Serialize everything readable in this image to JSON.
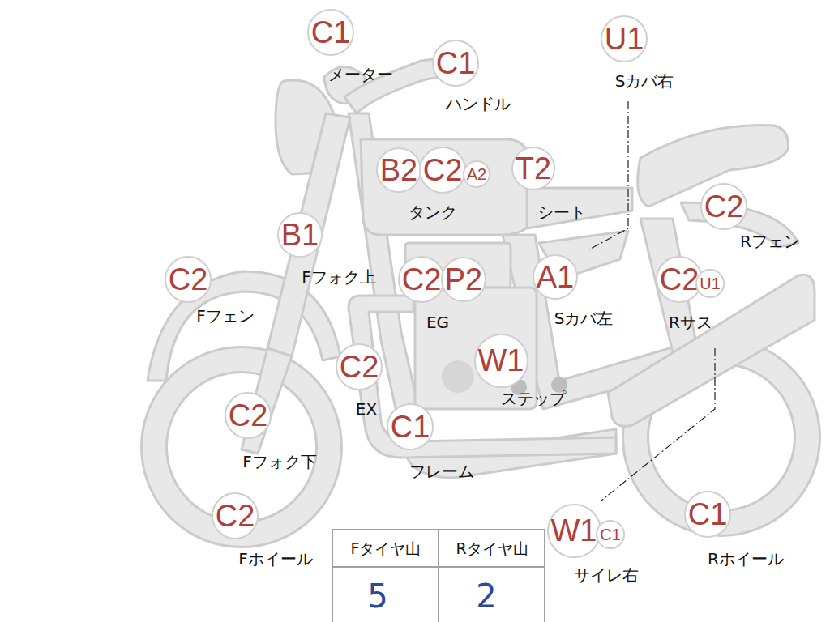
{
  "diagram": {
    "nodes": [
      {
        "text": [
          "C1"
        ]
      },
      {
        "text": [
          "C1"
        ]
      },
      {
        "text": [
          "U1"
        ]
      },
      {
        "text": [
          "B2"
        ]
      },
      {
        "text": [
          "C2"
        ]
      },
      {
        "text": [
          "A2"
        ]
      },
      {
        "text": [
          "T2"
        ]
      },
      {
        "text": [
          "C2"
        ]
      },
      {
        "text": [
          "B1"
        ]
      },
      {
        "text": [
          "C2"
        ]
      },
      {
        "text": [
          "C2"
        ]
      },
      {
        "text": [
          "P2"
        ]
      },
      {
        "text": [
          "A1"
        ]
      },
      {
        "text": [
          "C2"
        ]
      },
      {
        "text": [
          "U1"
        ]
      },
      {
        "text": [
          "C2"
        ]
      },
      {
        "text": [
          "W1"
        ]
      },
      {
        "text": [
          "C2"
        ]
      },
      {
        "text": [
          "C1"
        ]
      },
      {
        "text": [
          "C2"
        ]
      },
      {
        "text": [
          "W1"
        ]
      },
      {
        "text": [
          "C1"
        ]
      },
      {
        "text": [
          "C1"
        ]
      }
    ],
    "labels": [
      "メーター",
      "ハンドル",
      "Sカバ右",
      "タンク",
      "シート",
      "Rフェン",
      "Fフォク上",
      "Fフェン",
      "EG",
      "Sカバ左",
      "Rサス",
      "EX",
      "ステップ",
      "Fフォク下",
      "フレーム",
      "Fホイール",
      "サイレ右",
      "Rホイール",
      "Fタイヤ山",
      "Rタイヤ山",
      "5",
      "2"
    ]
  }
}
